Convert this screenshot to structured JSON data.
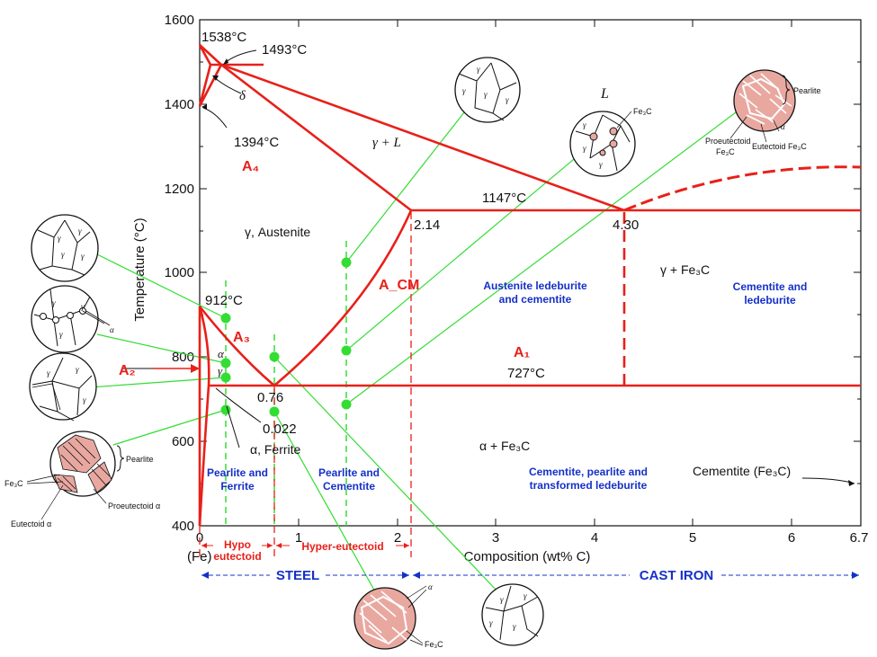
{
  "axes": {
    "y_label": "Temperature (°C)",
    "x_label": "Composition (wt% C)",
    "y_ticks": [
      "1600",
      "1400",
      "1200",
      "1000",
      "800",
      "600",
      "400"
    ],
    "x_ticks": [
      "0",
      "1",
      "2",
      "3",
      "4",
      "5",
      "6",
      "6.7"
    ],
    "x_origin_label": "(Fe)"
  },
  "points": {
    "t1538": "1538°C",
    "t1493": "1493°C",
    "t1394": "1394°C",
    "t1147": "1147°C",
    "t912": "912°C",
    "t727": "727°C",
    "c214": "2.14",
    "c430": "4.30",
    "c076": "0.76",
    "c0022": "0.022"
  },
  "phases": {
    "delta": "δ",
    "gamma_l": "γ + L",
    "liquid": "L",
    "austenite": "γ, Austenite",
    "gamma_fe3c": "γ + Fe₃C",
    "alpha_fe3c": "α + Fe₃C",
    "ferrite": "α, Ferrite",
    "cementite": "Cementite (Fe₃C)",
    "alpha": "α",
    "gamma": "γ"
  },
  "critical_lines": {
    "a4": "A₄",
    "a3": "A₃",
    "a2": "A₂",
    "a1": "A₁",
    "acm": "A_CM"
  },
  "regions": {
    "austenite_ledeburite_1": "Austenite ledeburite",
    "austenite_ledeburite_2": "and cementite",
    "cementite_ledeburite_1": "Cementite and",
    "cementite_ledeburite_2": "ledeburite",
    "pearlite_ferrite_1": "Pearlite and",
    "pearlite_ferrite_2": "Ferrite",
    "pearlite_cementite_1": "Pearlite and",
    "pearlite_cementite_2": "Cementite",
    "cpt_1": "Cementite, pearlite and",
    "cpt_2": "transformed ledeburite"
  },
  "bottom": {
    "hypo_1": "Hypo",
    "hypo_2": "eutectoid",
    "hyper": "Hyper-eutectoid",
    "steel": "STEEL",
    "cast_iron": "CAST IRON"
  },
  "micro": {
    "pearlite": "Pearlite",
    "fe3c": "Fe₃C",
    "proeutectoid_alpha": "Proeutectoid α",
    "eutectoid_alpha": "Eutectoid α",
    "proeutectoid_fe3c_1": "Proeutectoid",
    "proeutectoid_fe3c_2": "Fe₃C",
    "eutectoid_fe3c": "Eutectoid Fe₃C"
  },
  "colors": {
    "phase_line": "#e8201a",
    "guide_line": "#33dd33",
    "region_label": "#1530c8",
    "microstructure_fill": "#e8a8a0"
  }
}
